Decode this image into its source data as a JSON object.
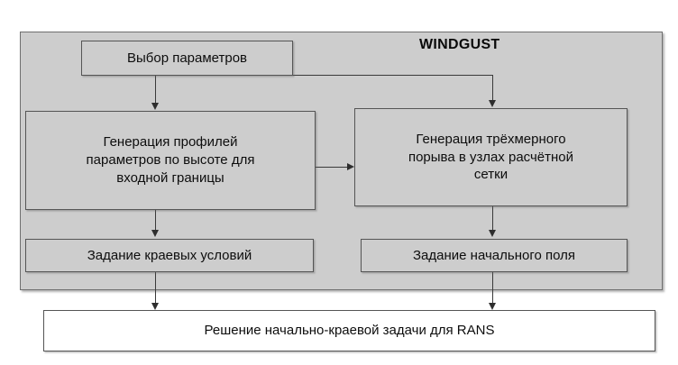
{
  "diagram": {
    "title": "WINDGUST",
    "container_color": "#cdcdcd",
    "nodes": {
      "select_parameters": "Выбор параметров",
      "generate_profiles": "Генерация профилей\nпараметров по высоте для\nвходной границы",
      "generate_gust": "Генерация трёхмерного\nпорыва в узлах расчётной\nсетки",
      "boundary_conditions": "Задание краевых условий",
      "initial_field": "Задание начального поля",
      "rans_solution": "Решение начально-краевой задачи для RANS"
    }
  }
}
